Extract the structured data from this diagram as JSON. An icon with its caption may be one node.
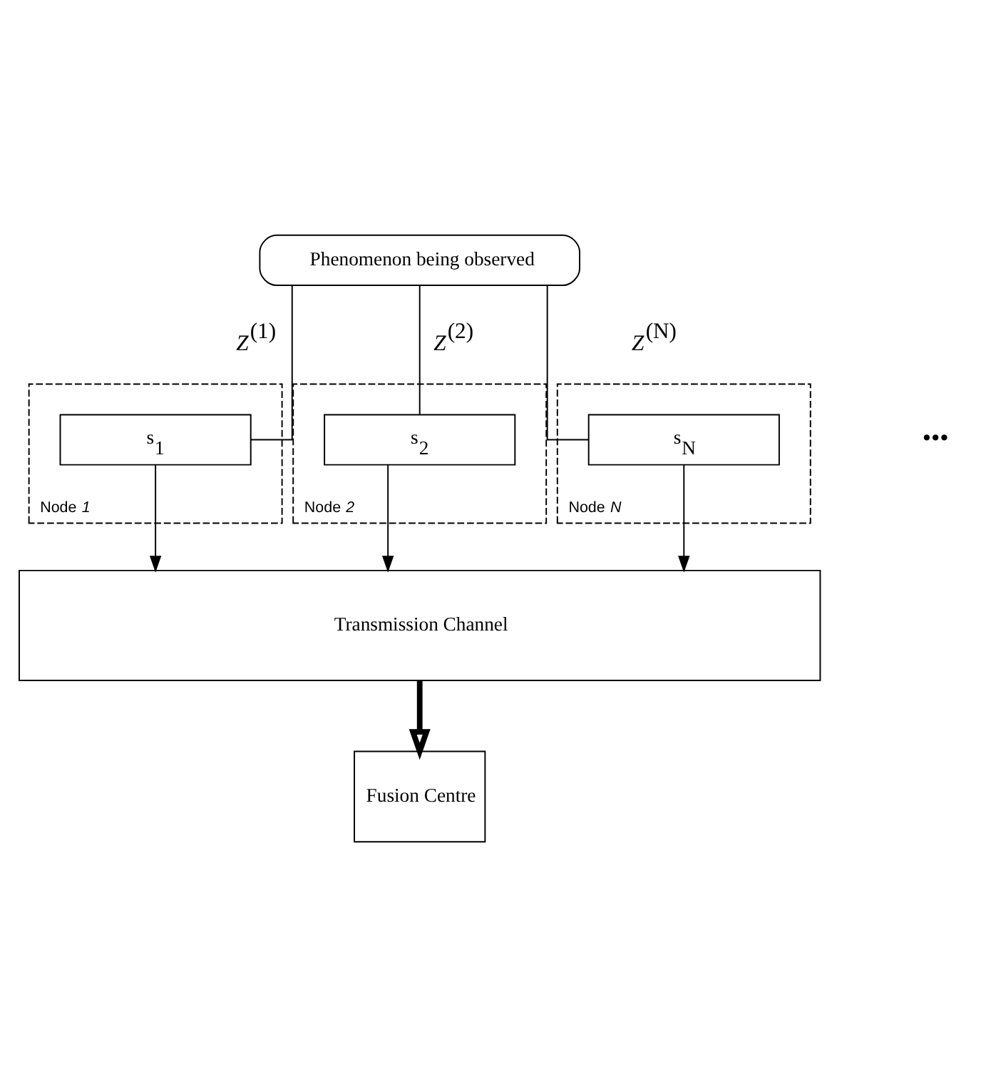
{
  "diagram": {
    "nodes": [
      {
        "text": [
          "Phenomenon being observed"
        ]
      },
      {
        "text": [
          "Node *1*"
        ]
      },
      {
        "text": [
          "s$_{1}$"
        ],
        "in": 1
      },
      {
        "text": [
          "Node *2*"
        ]
      },
      {
        "text": [
          "s$_{2}$"
        ],
        "in": 3
      },
      {
        "text": [
          "Node *N*"
        ]
      },
      {
        "text": [
          "s$_{N}$"
        ],
        "in": 5
      },
      {
        "text": [
          "Transmission Channel"
        ]
      },
      {
        "text": [
          "Fusion Centre"
        ]
      }
    ],
    "edges": [
      {
        "from": 0,
        "to": 2,
        "arrow": "none",
        "label": "*Z*$^{(1)}$"
      },
      {
        "from": 0,
        "to": 4,
        "arrow": "none",
        "label": "*Z*$^{(2)}$"
      },
      {
        "from": 0,
        "to": 6,
        "arrow": "none",
        "label": "*Z*$^{(N)}$"
      },
      {
        "from": 2,
        "to": 7,
        "arrow": "to"
      },
      {
        "from": 4,
        "to": 7,
        "arrow": "to"
      },
      {
        "from": 6,
        "to": 7,
        "arrow": "to"
      },
      {
        "from": 7,
        "to": 8,
        "arrow": "to",
        "style": "thick"
      }
    ],
    "labels": [
      "•••"
    ]
  }
}
